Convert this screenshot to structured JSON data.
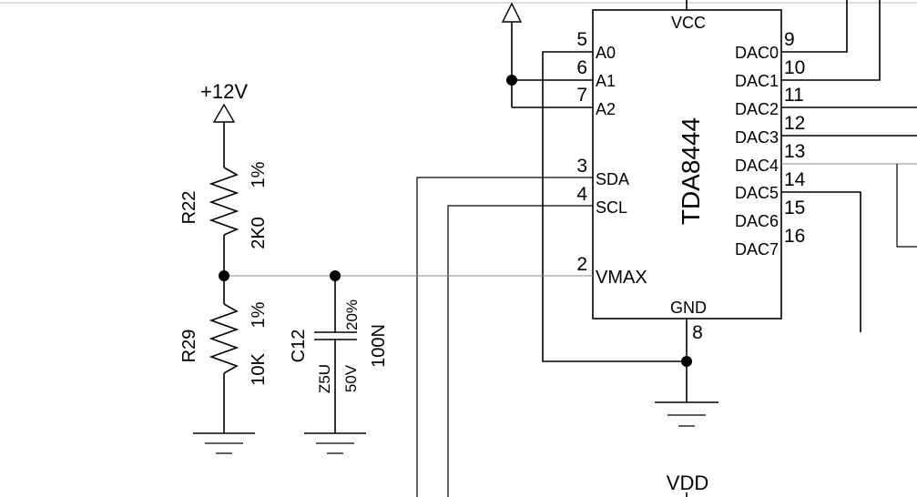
{
  "chip": {
    "name": "TDA8444",
    "vcc_label": "VCC",
    "gnd_label": "GND",
    "gnd_pin": "8",
    "left_pins": [
      {
        "num": "5",
        "name": "A0"
      },
      {
        "num": "6",
        "name": "A1"
      },
      {
        "num": "7",
        "name": "A2"
      },
      {
        "num": "3",
        "name": "SDA"
      },
      {
        "num": "4",
        "name": "SCL"
      },
      {
        "num": "2",
        "name": "VMAX"
      }
    ],
    "right_pins": [
      {
        "num": "9",
        "name": "DAC0"
      },
      {
        "num": "10",
        "name": "DAC1"
      },
      {
        "num": "11",
        "name": "DAC2"
      },
      {
        "num": "12",
        "name": "DAC3"
      },
      {
        "num": "13",
        "name": "DAC4"
      },
      {
        "num": "14",
        "name": "DAC5"
      },
      {
        "num": "15",
        "name": "DAC6"
      },
      {
        "num": "16",
        "name": "DAC7"
      }
    ]
  },
  "supply": {
    "plus12_label": "+12V",
    "vdd_label": "VDD"
  },
  "r22": {
    "ref": "R22",
    "value": "2K0",
    "tolerance": "1%"
  },
  "r29": {
    "ref": "R29",
    "value": "10K",
    "tolerance": "1%"
  },
  "c12": {
    "ref": "C12",
    "tolerance": "20%",
    "value": "100N",
    "voltage": "50V",
    "dielectric": "Z5U"
  }
}
